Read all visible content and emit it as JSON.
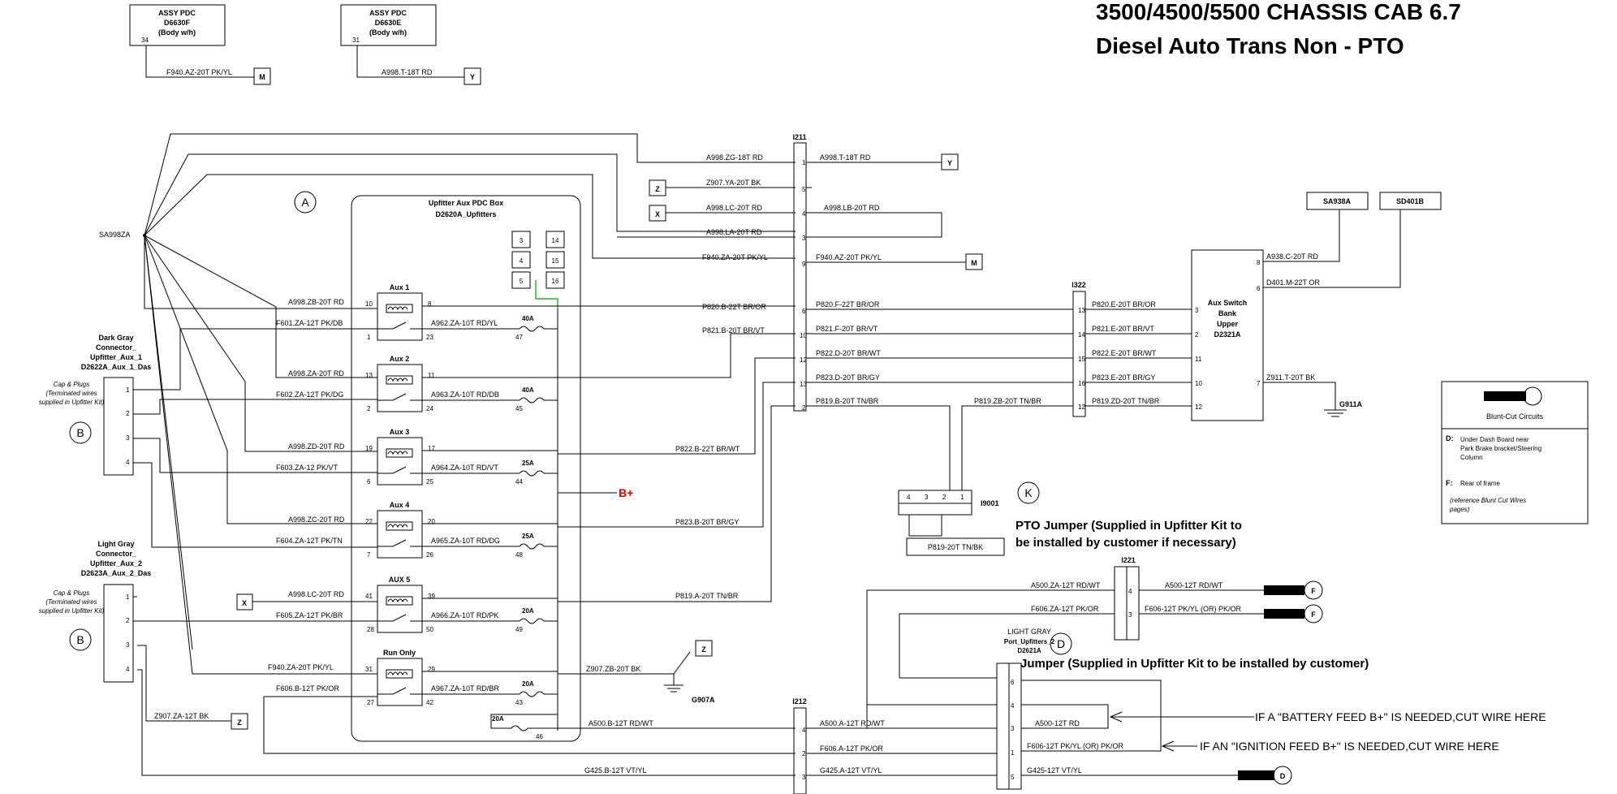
{
  "title": {
    "line1": "3500/4500/5500 CHASSIS CAB 6.7",
    "line2": "Diesel Auto Trans Non - PTO"
  },
  "assy": [
    {
      "l1": "ASSY PDC",
      "l2": "D6630F",
      "l3": "(Body w/h)",
      "pin": "34",
      "wire": "F940.AZ-20T PK/YL",
      "dest": "M"
    },
    {
      "l1": "ASSY PDC",
      "l2": "D6630E",
      "l3": "(Body w/h)",
      "pin": "31",
      "wire": "A998.T-18T RD",
      "dest": "Y"
    }
  ],
  "splice_label": "SA998ZA",
  "callouts": {
    "a": "A",
    "b1": "B",
    "b2": "B",
    "k": "K",
    "d": "D"
  },
  "pdc_box": {
    "title1": "Upfitter Aux PDC Box",
    "title2": "D2620A_Upfitters",
    "fuse_slots": [
      "3",
      "14",
      "4",
      "15",
      "5",
      "16"
    ]
  },
  "relays": [
    {
      "name": "Aux 1",
      "p1": "10",
      "p2": "8",
      "p3": "1",
      "p4": "23",
      "in_wire": "A998.ZB-20T RD",
      "ctl_wire": "F601.ZA-12T PK/DB",
      "out_wire": "A962.ZA-10T RD/YL",
      "fuse": "40A",
      "fuse_pin": "47"
    },
    {
      "name": "Aux 2",
      "p1": "13",
      "p2": "11",
      "p3": "2",
      "p4": "24",
      "in_wire": "A998.ZA-20T RD",
      "ctl_wire": "F602.ZA-12T PK/DG",
      "out_wire": "A963.ZA-10T RD/DB",
      "fuse": "40A",
      "fuse_pin": "45"
    },
    {
      "name": "Aux 3",
      "p1": "19",
      "p2": "17",
      "p3": "6",
      "p4": "25",
      "in_wire": "A998.ZD-20T RD",
      "ctl_wire": "F603.ZA-12 PK/VT",
      "out_wire": "A964.ZA-10T RD/VT",
      "fuse": "25A",
      "fuse_pin": "44"
    },
    {
      "name": "Aux 4",
      "p1": "22",
      "p2": "20",
      "p3": "7",
      "p4": "26",
      "in_wire": "A998.ZC-20T RD",
      "ctl_wire": "F604.ZA-12T PK/TN",
      "out_wire": "A965.ZA-10T RD/DG",
      "fuse": "25A",
      "fuse_pin": "48"
    },
    {
      "name": "AUX 5",
      "p1": "41",
      "p2": "39",
      "p3": "28",
      "p4": "50",
      "in_wire": "A998.LC-20T RD",
      "ctl_wire": "F605.ZA-12T PK/BR",
      "out_wire": "A966.ZA-10T RD/PK",
      "fuse": "20A",
      "fuse_pin": "49"
    },
    {
      "name": "Run Only",
      "p1": "31",
      "p2": "29",
      "p3": "27",
      "p4": "42",
      "in_wire": "F940.ZA-20T PK/YL",
      "ctl_wire": "F606.B-12T PK/OR",
      "out_wire": "A967.ZA-10T RD/BR",
      "fuse": "20A",
      "fuse_pin": "43"
    }
  ],
  "bplus": "B+",
  "aux5_x": "X",
  "fuse46": {
    "rating": "20A",
    "pin": "46",
    "wire": "A500.B-12T RD/WT"
  },
  "ground_g907": {
    "label": "G907A",
    "wire": "Z907.ZB-20T BK",
    "dest": "Z"
  },
  "z907_wire": {
    "wire": "Z907.ZA-12T BK",
    "dest": "Z"
  },
  "g425_wire": "G425.B-12T VT/YL",
  "dark_conn": {
    "name": [
      "Dark Gray",
      "Connector_",
      "Upfitter_Aux_1",
      "D2622A_Aux_1_Das"
    ],
    "note": [
      "Cap & Plugs",
      "(Terminated wires",
      "supplied in Upfitter Kit)"
    ],
    "pins": [
      "1",
      "2",
      "3",
      "4"
    ]
  },
  "light_conn": {
    "name": [
      "Light Gray",
      "Connector_",
      "Upfitter_Aux_2",
      "D2623A_Aux_2_Das"
    ],
    "note": [
      "Cap & Plugs",
      "(Terminated wires",
      "supplied in Upfitter Kit)"
    ],
    "pins": [
      "1",
      "2",
      "3",
      "4"
    ]
  },
  "i211": {
    "label": "I211",
    "left_wires": [
      "A998.ZG-18T RD",
      "Z907.YA-20T BK",
      "A998.LC-20T RD",
      "A998.LA-20T RD",
      "F940.ZA-20T PK/YL",
      "P820.B-22T BR/OR",
      "P821.B-20T BR/VT"
    ],
    "pins": [
      "1",
      "5",
      "4",
      "3",
      "9",
      "6",
      "10",
      "12",
      "13",
      "2"
    ],
    "right_wires": [
      "A998.T-18T RD",
      "A998.LB-20T RD",
      "F940.AZ-20T PK/YL",
      "P820.F-22T BR/OR",
      "P821.F-20T BR/VT",
      "P822.D-20T BR/WT",
      "P823.D-20T BR/GY",
      "P819.B-20T TN/BR"
    ],
    "dest_y": "Y",
    "dest_z": "Z",
    "dest_x": "X",
    "dest_m": "M"
  },
  "lower_wires": {
    "p822": "P822.B-22T BR/WT",
    "p823": "P823.B-20T BR/GY",
    "p819": "P819.A-20T TN/BR"
  },
  "i322": {
    "label": "I322",
    "pins": [
      "13",
      "14",
      "15",
      "16",
      "12"
    ],
    "left_wire": "P819.ZB-20T TN/BR",
    "right_wires": [
      "P820.E-20T BR/OR",
      "P821.E-20T BR/VT",
      "P822.E-20T BR/WT",
      "P823.E-20T BR/GY",
      "P819.ZD-20T TN/BR"
    ]
  },
  "aux_switch": {
    "name": [
      "Aux Switch",
      "Bank",
      "Upper",
      "D2321A"
    ],
    "pins": [
      "3",
      "2",
      "11",
      "10",
      "12",
      "8",
      "6",
      "7"
    ],
    "w8": "A938.C-20T RD",
    "w6": "D401.M-22T OR",
    "w7": "Z911.T-20T BK",
    "ground": "G911A",
    "sa938a": "SA938A",
    "sd401b": "SD401B"
  },
  "i9001": {
    "label": "I9001",
    "pins": [
      "4",
      "3",
      "2",
      "1"
    ],
    "wire": "P819-20T TN/BK"
  },
  "pto_jumper": [
    "PTO Jumper (Supplied in Upfitter Kit to",
    "be installed by customer if necessary)"
  ],
  "legend": {
    "title": "Blunt-Cut Circuits",
    "d_key": "D:",
    "d_text": [
      "Under Dash Board near",
      "Park Brake bracket/Steering",
      "Column"
    ],
    "f_key": "F:",
    "f_text": "Rear of frame",
    "ref": [
      "(reference Blunt Cut Wires",
      "pages)"
    ]
  },
  "i221": {
    "label": "I221",
    "pins": [
      "4",
      "3"
    ],
    "left_wires": [
      "A500.ZA-12T RD/WT",
      "F606.ZA-12T PK/OR"
    ],
    "right_wires": [
      "A500-12T RD/WT",
      "F606-12T PK/YL (OR) PK/OR"
    ],
    "dest": "F"
  },
  "d2621a": {
    "name": [
      "LIGHT GRAY",
      "Port_Upfitters_2",
      "D2621A"
    ],
    "pins": [
      "6",
      "4",
      "3",
      "1",
      "5"
    ]
  },
  "jumper": "Jumper (Supplied in Upfitter Kit to be installed by customer)",
  "i212": {
    "label": "I212",
    "pins": [
      "4",
      "2",
      "3"
    ],
    "wires": [
      "A500.A-12T RD/WT",
      "F606.A-12T PK/OR",
      "G425.A-12T VT/YL"
    ]
  },
  "cut_notes": {
    "battery": "IF A \"BATTERY FEED B+\" IS NEEDED,CUT WIRE HERE",
    "ignition": "IF AN \"IGNITION FEED B+\" IS NEEDED,CUT WIRE HERE"
  },
  "jumper_wires": [
    "A500-12T RD",
    "F606-12T PK/YL (OR) PK/OR",
    "G425-12T VT/YL"
  ],
  "g425_dest": "D",
  "colors": {
    "bplus": "#e00000",
    "fuse_link": "#00a000"
  }
}
